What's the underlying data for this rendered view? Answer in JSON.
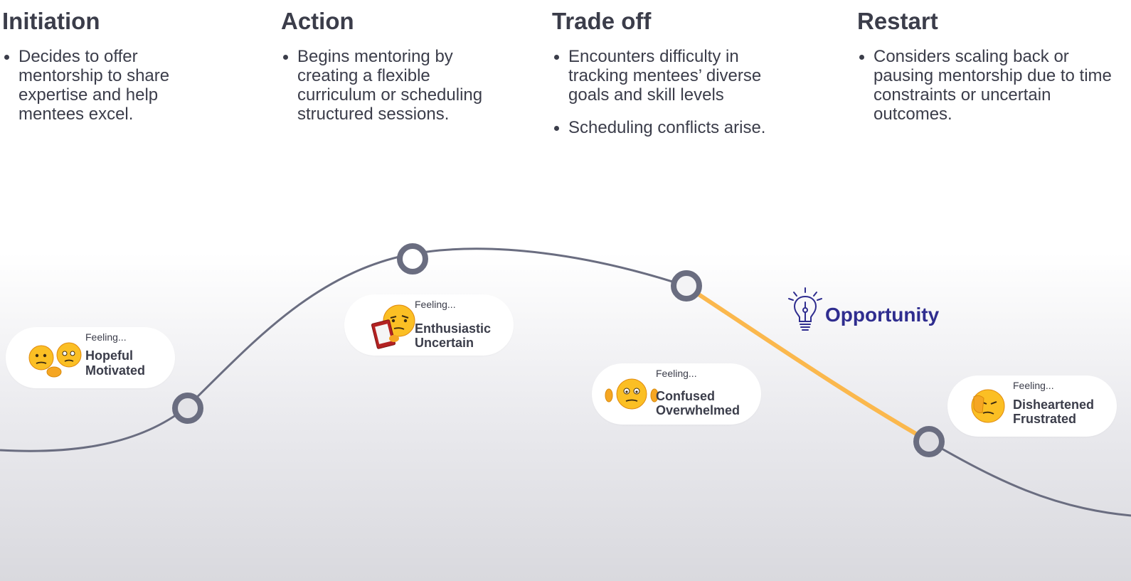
{
  "stages": [
    {
      "title": "Initiation",
      "bullets": [
        "Decides to offer mentorship to share expertise and help mentees excel."
      ]
    },
    {
      "title": "Action",
      "bullets": [
        "Begins mentoring by creating a flexible curriculum or scheduling structured sessions."
      ]
    },
    {
      "title": "Trade off",
      "bullets": [
        "Encounters difficulty in tracking mentees’ diverse goals and skill levels",
        "Scheduling conflicts arise."
      ]
    },
    {
      "title": "Restart",
      "bullets": [
        "Considers scaling back or pausing mentorship due to time constraints or uncertain outcomes."
      ]
    }
  ],
  "feelings": [
    {
      "label": "Feeling...",
      "line1": "Hopeful",
      "line2": "Motivated",
      "emoji": "thinking-and-handshake-emoji"
    },
    {
      "label": "Feeling...",
      "line1": "Enthusiastic",
      "line2": "Uncertain",
      "emoji": "thinking-with-clipboard-emoji"
    },
    {
      "label": "Feeling...",
      "line1": "Confused",
      "line2": "Overwhelmed",
      "emoji": "confused-shrug-emoji"
    },
    {
      "label": "Feeling...",
      "line1": "Disheartened",
      "line2": "Frustrated",
      "emoji": "facepalm-emoji"
    }
  ],
  "opportunity": {
    "label": "Opportunity",
    "icon": "lightbulb-icon"
  },
  "colors": {
    "curve": "#6a6d80",
    "highlight": "#fbb84d",
    "opportunity": "#2f2d8f",
    "text": "#3b3d4a"
  }
}
